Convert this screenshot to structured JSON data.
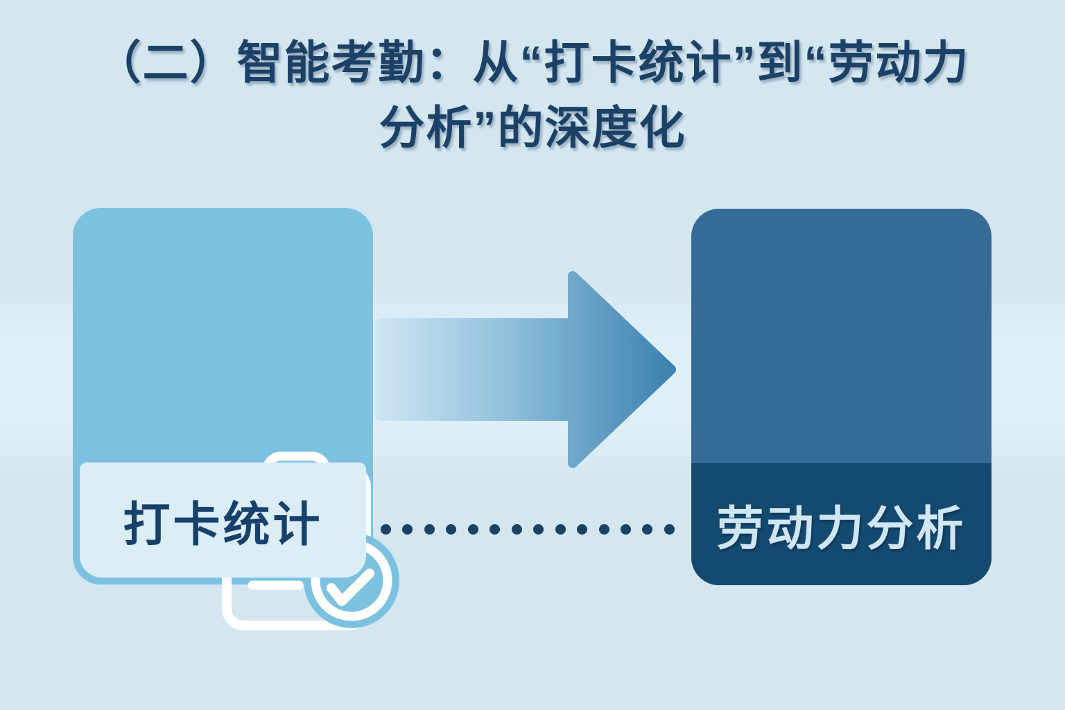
{
  "title": {
    "line1": "（二）智能考勤：从“打卡统计”到“劳动力",
    "line2": "分析”的深度化"
  },
  "cards": {
    "left": {
      "label": "打卡统计",
      "icon": "clipboard-checklist-icon"
    },
    "right": {
      "label": "劳动力分析",
      "icon": "head-analytics-icon"
    }
  },
  "connector": {
    "arrow_icon": "arrow-right-icon",
    "dotted_line_icon": "dotted-connector",
    "dot_count": 14
  },
  "colors": {
    "background": "#d4e7f1",
    "band": "#deeff8",
    "title_text": "#1c4166",
    "left_card": "#7cc2e0",
    "left_panel": "#dbedf6",
    "left_label_text": "#17406a",
    "right_card_top": "#376b97",
    "right_card_bottom": "#154a70",
    "right_label_text": "#cfe6f4",
    "arrow_start": "#cfe6f2",
    "arrow_mid": "#8fc0dc",
    "arrow_end": "#3d82b0",
    "dots": "#1b4163",
    "icon_stroke": "#ffffff"
  }
}
